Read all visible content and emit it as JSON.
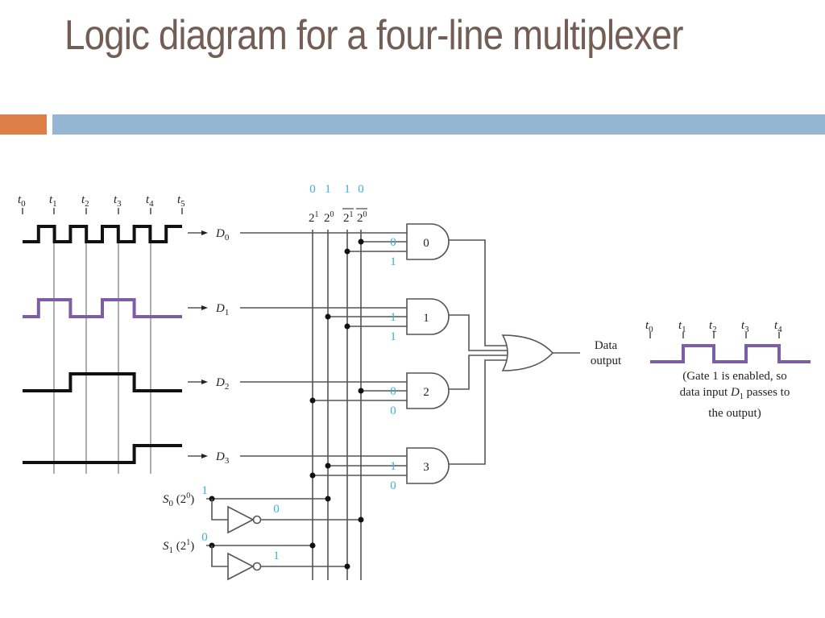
{
  "slide": {
    "title": "Logic diagram for a four-line multiplexer",
    "accent_colors": {
      "orange": "#dd8047",
      "blue": "#94b6d2",
      "title_text": "#735e55"
    }
  },
  "diagram": {
    "time_labels": [
      "t0",
      "t1",
      "t2",
      "t3",
      "t4",
      "t5"
    ],
    "inputs": [
      {
        "name": "D",
        "sub": "0",
        "waveform": [
          0,
          1,
          0,
          1,
          0,
          1,
          0,
          1,
          0,
          1
        ],
        "color": "#111111"
      },
      {
        "name": "D",
        "sub": "1",
        "waveform": [
          0,
          1,
          1,
          0,
          0,
          1,
          1,
          0,
          0,
          0
        ],
        "color": "#7b5ea7"
      },
      {
        "name": "D",
        "sub": "2",
        "waveform": [
          0,
          0,
          0,
          1,
          1,
          1,
          1,
          0,
          0,
          0
        ],
        "color": "#111111"
      },
      {
        "name": "D",
        "sub": "3",
        "waveform": [
          0,
          0,
          0,
          0,
          0,
          0,
          0,
          1,
          1,
          1
        ],
        "color": "#111111"
      }
    ],
    "bus_values": [
      "0",
      "1",
      "1",
      "0"
    ],
    "bus_labels": [
      {
        "base": "2",
        "sup": "1",
        "bar": false
      },
      {
        "base": "2",
        "sup": "0",
        "bar": false
      },
      {
        "base": "2",
        "sup": "1",
        "bar": true
      },
      {
        "base": "2",
        "sup": "0",
        "bar": true
      }
    ],
    "gates": [
      {
        "label": "0",
        "in_values": [
          "0",
          "1"
        ],
        "enabled": false
      },
      {
        "label": "1",
        "in_values": [
          "1",
          "1"
        ],
        "enabled": true,
        "fill": "#f6bb95"
      },
      {
        "label": "2",
        "in_values": [
          "0",
          "0"
        ],
        "enabled": false
      },
      {
        "label": "3",
        "in_values": [
          "1",
          "0"
        ],
        "enabled": false
      }
    ],
    "selects": [
      {
        "name": "S",
        "sub": "0",
        "weight": "(2",
        "weight_sup": "0",
        "weight_close": ")",
        "value": "1",
        "inverted_value": "0"
      },
      {
        "name": "S",
        "sub": "1",
        "weight": "(2",
        "weight_sup": "1",
        "weight_close": ")",
        "value": "0",
        "inverted_value": "1"
      }
    ],
    "output_label_line1": "Data",
    "output_label_line2": "output",
    "output_time_labels": [
      "t0",
      "t1",
      "t2",
      "t3",
      "t4"
    ],
    "output_waveform": [
      0,
      1,
      0,
      1,
      0
    ],
    "output_color": "#7b5ea7",
    "caption_line1": "(Gate 1 is enabled, so",
    "caption_line2_pre": "data input ",
    "caption_line2_var": "D",
    "caption_line2_sub": "1",
    "caption_line2_post": " passes to",
    "caption_line3": "the output)"
  }
}
